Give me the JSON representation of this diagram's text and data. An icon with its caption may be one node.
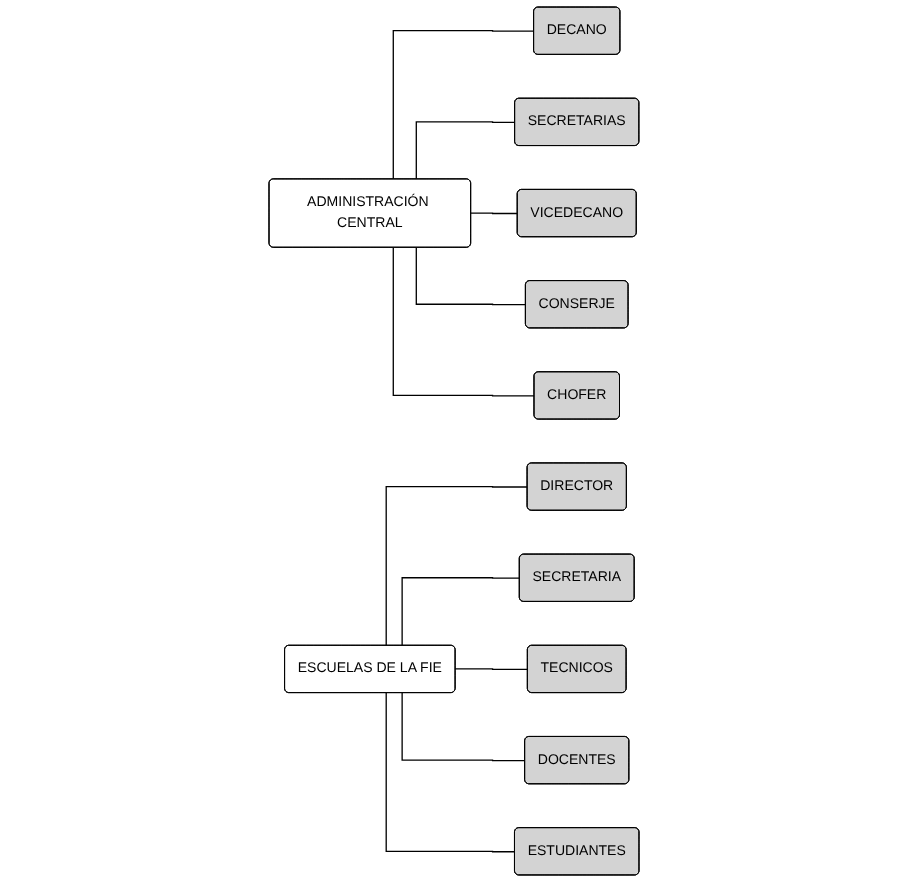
{
  "diagram": {
    "nodes": [
      {
        "text": [
          "ADMINISTRACIÓN CENTRAL"
        ]
      },
      {
        "text": [
          "DECANO"
        ]
      },
      {
        "text": [
          "SECRETARIAS"
        ]
      },
      {
        "text": [
          "VICEDECANO"
        ]
      },
      {
        "text": [
          "CONSERJE"
        ]
      },
      {
        "text": [
          "CHOFER"
        ]
      },
      {
        "text": [
          "ESCUELAS DE LA FIE"
        ]
      },
      {
        "text": [
          "DIRECTOR"
        ]
      },
      {
        "text": [
          "SECRETARIA"
        ]
      },
      {
        "text": [
          "TECNICOS"
        ]
      },
      {
        "text": [
          "DOCENTES"
        ]
      },
      {
        "text": [
          "ESTUDIANTES"
        ]
      }
    ],
    "edges": [
      {
        "from": 0,
        "to": 1,
        "arrow": "none"
      },
      {
        "from": 0,
        "to": 2,
        "arrow": "none"
      },
      {
        "from": 0,
        "to": 3,
        "arrow": "none"
      },
      {
        "from": 0,
        "to": 4,
        "arrow": "none"
      },
      {
        "from": 0,
        "to": 5,
        "arrow": "none"
      },
      {
        "from": 6,
        "to": 7,
        "arrow": "none"
      },
      {
        "from": 6,
        "to": 8,
        "arrow": "none"
      },
      {
        "from": 6,
        "to": 9,
        "arrow": "none"
      },
      {
        "from": 6,
        "to": 10,
        "arrow": "none"
      },
      {
        "from": 6,
        "to": 11,
        "arrow": "none"
      }
    ]
  }
}
